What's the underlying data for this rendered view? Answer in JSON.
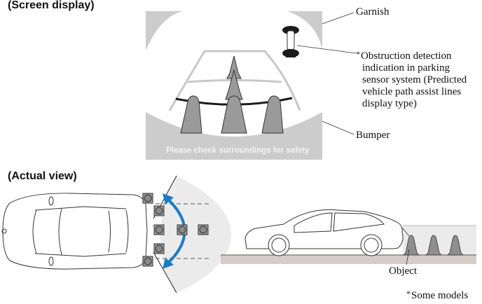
{
  "headings": {
    "screen_display": "(Screen display)",
    "actual_view": "(Actual view)"
  },
  "screen": {
    "message": "Please check surroundings for safety",
    "guide_line_color": "#c8c8c8",
    "distance_line_color": "#1a1a1a",
    "cone_color": "#9a9a9a",
    "panel_color": "#cccccc"
  },
  "callouts": {
    "garnish": "Garnish",
    "obstruction_star": "*",
    "obstruction_lines": [
      "Obstruction detection",
      "indication in parking",
      "sensor system (Predicted",
      "vehicle path assist lines",
      "display type)"
    ],
    "bumper": "Bumper",
    "object": "Object",
    "footnote_star": "*",
    "footnote": "Some models"
  },
  "actual_view": {
    "arrow_color": "#1a7cc4",
    "detection_zone_color": "#ebebeb",
    "ground_color": "#d6cdc8",
    "object_count_top_view": 7,
    "cone_count_side_view": 3
  }
}
